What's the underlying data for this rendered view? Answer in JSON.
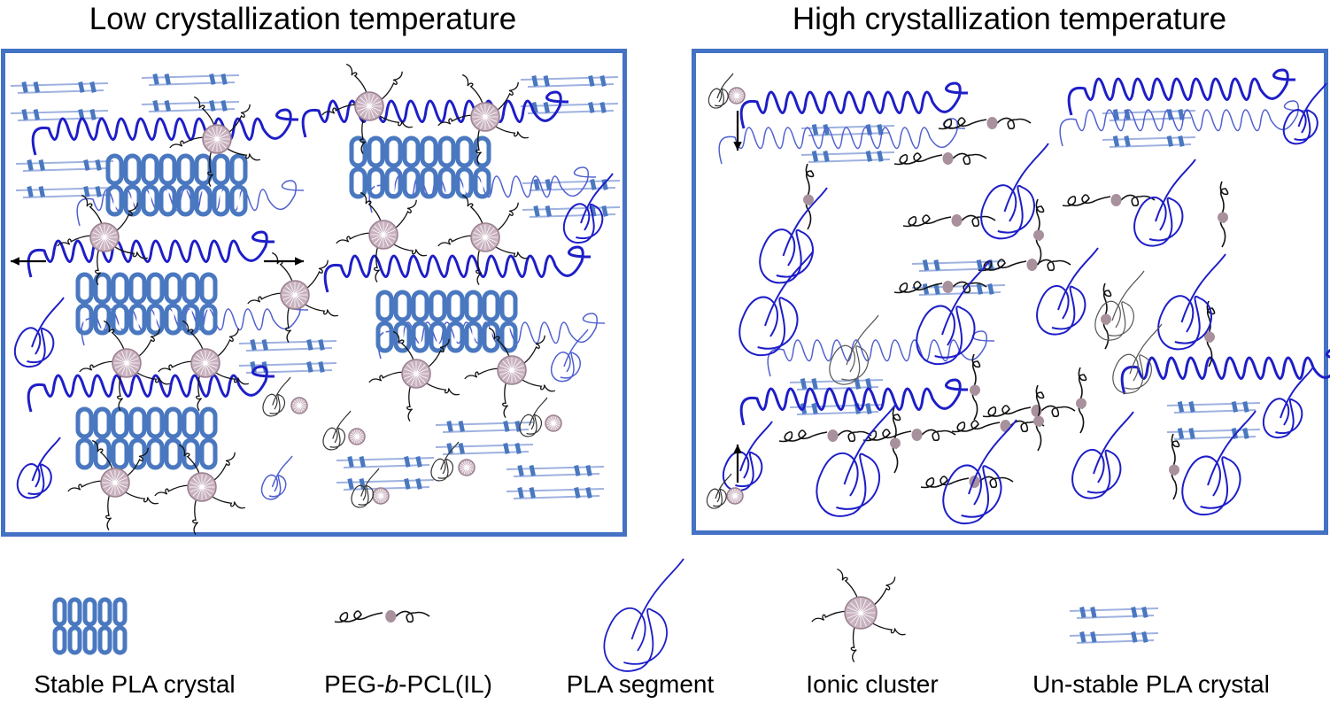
{
  "panels": {
    "left": {
      "title": "Low crystallization temperature"
    },
    "right": {
      "title": "High crystallization temperature"
    }
  },
  "legend": [
    {
      "label": "Stable PLA crystal",
      "icon": "stable-crystal-icon"
    },
    {
      "label": "PEG-b-PCL(IL)",
      "label_prefix": "PEG-",
      "label_italic": "b",
      "label_suffix": "-PCL(IL)",
      "icon": "peg-pcl-chain-icon"
    },
    {
      "label": "PLA segment",
      "icon": "pla-segment-icon"
    },
    {
      "label": "Ionic cluster",
      "icon": "ionic-cluster-icon"
    },
    {
      "label": "Un-stable PLA crystal",
      "icon": "unstable-crystal-icon"
    }
  ],
  "colors": {
    "frame": "#4472c4",
    "crystal": "#4a78c0",
    "unstable_line": "#9fb2e0",
    "pla_chain": "#1e1ec8",
    "pla_chain_light": "#5060d0",
    "cluster_fill": "#c9b2bf",
    "cluster_stroke": "#9a7f8e",
    "peg_chain": "#111111"
  }
}
